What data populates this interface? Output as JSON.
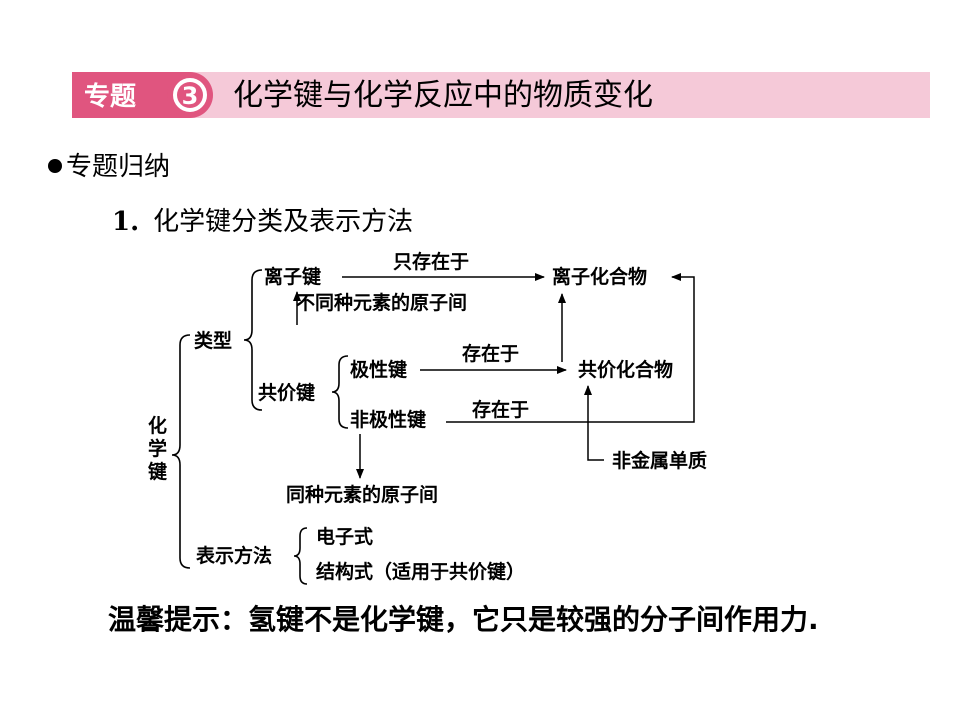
{
  "banner": {
    "badge_text": "专题",
    "badge_number": "3",
    "title": "化学键与化学反应中的物质变化",
    "bg_color": "#f5c9d8",
    "badge_color": "#e0557f"
  },
  "section": {
    "label": "专题归纳"
  },
  "subsection": {
    "number": "1.",
    "title": "化学键分类及表示方法"
  },
  "diagram": {
    "root": "化学键",
    "type_label": "类型",
    "ionic_bond": "离子键",
    "ionic_condition": "不同种元素的原子间",
    "ionic_compound": "离子化合物",
    "only_exists_in": "只存在于",
    "covalent_bond": "共价键",
    "polar_bond": "极性键",
    "nonpolar_bond": "非极性键",
    "exists_in_1": "存在于",
    "exists_in_2": "存在于",
    "covalent_compound": "共价化合物",
    "nonmetal_element": "非金属单质",
    "same_element_atoms": "同种元素的原子间",
    "representation_label": "表示方法",
    "electron_formula": "电子式",
    "structural_formula": "结构式（适用于共价键）"
  },
  "tip": {
    "text": "温馨提示：氢键不是化学键，它只是较强的分子间作用力."
  }
}
